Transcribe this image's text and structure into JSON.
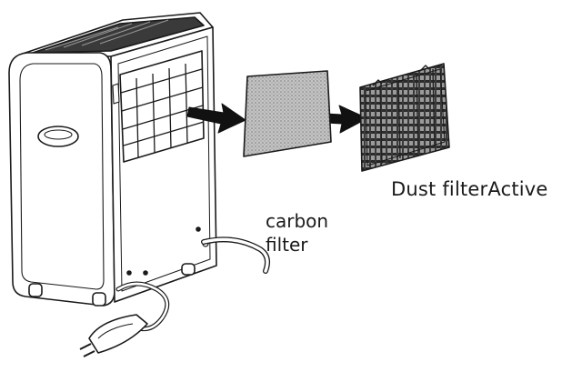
{
  "labels": {
    "dust_filter": "Dust filterActive",
    "carbon_filter_line1": "carbon",
    "carbon_filter_line2": "filter"
  },
  "colors": {
    "line": "#1a1a1a",
    "carbon_fill": "#b9b9b9",
    "dust_fill": "#6f6f6f",
    "background": "#ffffff"
  }
}
